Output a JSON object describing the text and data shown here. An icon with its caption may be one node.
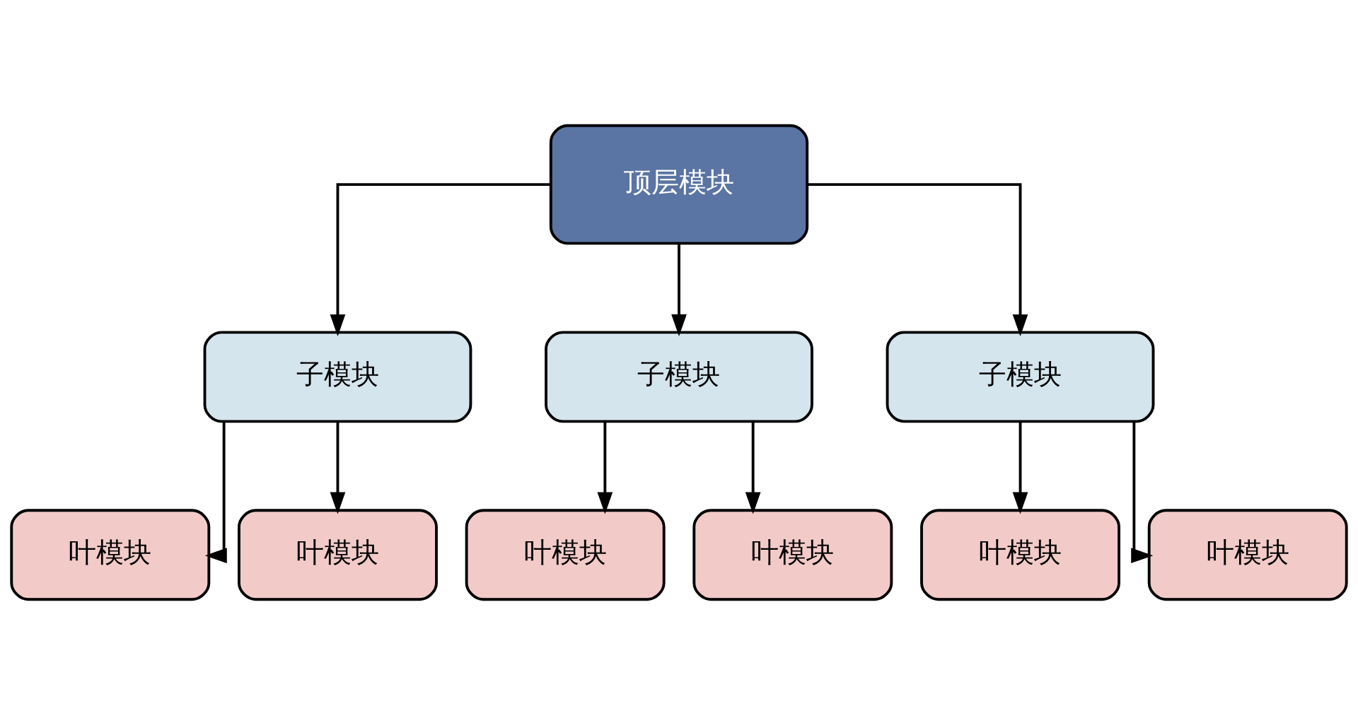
{
  "diagram": {
    "nodes": [
      {
        "text": [
          "顶层模块"
        ]
      },
      {
        "text": [
          "子模块"
        ]
      },
      {
        "text": [
          "子模块"
        ]
      },
      {
        "text": [
          "子模块"
        ]
      },
      {
        "text": [
          "叶模块"
        ]
      },
      {
        "text": [
          "叶模块"
        ]
      },
      {
        "text": [
          "叶模块"
        ]
      },
      {
        "text": [
          "叶模块"
        ]
      },
      {
        "text": [
          "叶模块"
        ]
      },
      {
        "text": [
          "叶模块"
        ]
      }
    ],
    "edges": [
      {
        "from": 0,
        "to": 1,
        "arrow": "to"
      },
      {
        "from": 0,
        "to": 2,
        "arrow": "to"
      },
      {
        "from": 0,
        "to": 3,
        "arrow": "to"
      },
      {
        "from": 1,
        "to": 4,
        "arrow": "to"
      },
      {
        "from": 1,
        "to": 5,
        "arrow": "to"
      },
      {
        "from": 2,
        "to": 6,
        "arrow": "to"
      },
      {
        "from": 2,
        "to": 7,
        "arrow": "to"
      },
      {
        "from": 3,
        "to": 8,
        "arrow": "to"
      },
      {
        "from": 3,
        "to": 9,
        "arrow": "to"
      }
    ]
  }
}
